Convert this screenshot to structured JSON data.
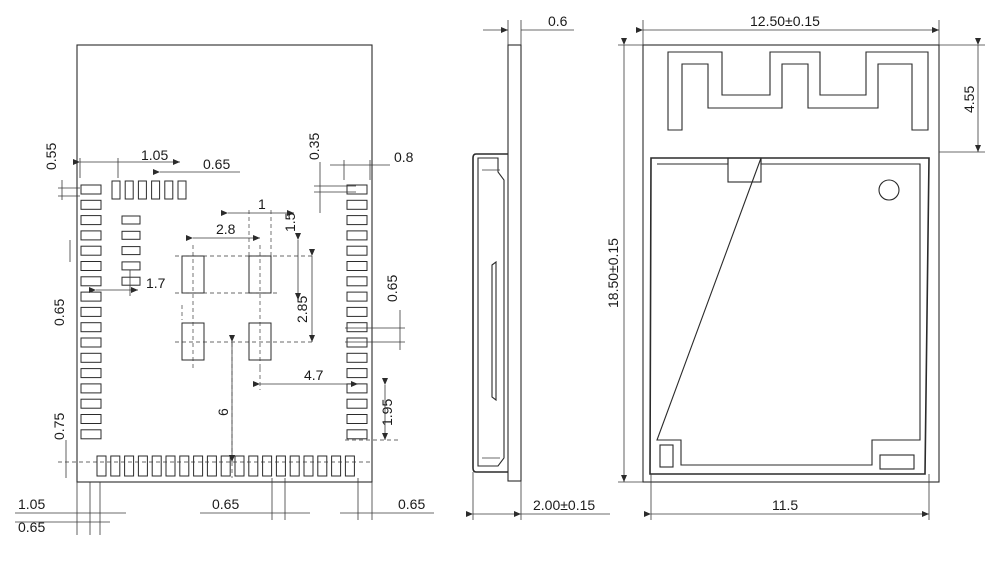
{
  "top_view": {
    "dims": {
      "left_pad_pitch": "0.55",
      "pad_pitch_top": "1.05",
      "pad_width_top": "0.65",
      "right_pad_width": "0.35",
      "right_pad_offset": "0.8",
      "center_pad_gap": "1",
      "center_pad_spacing_x": "2.8",
      "center_pad_size": "1.5",
      "left_offset": "1.7",
      "left_pitch_side": "0.65",
      "right_pitch": "0.65",
      "center_pad_spacing_y": "2.85",
      "center_to_right": "4.7",
      "center_to_bottom": "6",
      "right_bottom": "1.95",
      "left_bottom": "0.75",
      "bottom_left_a": "1.05",
      "bottom_left_b": "0.65",
      "bottom_pitch": "0.65",
      "bottom_right": "0.65"
    }
  },
  "side_view": {
    "dims": {
      "shield_thickness": "0.6",
      "total_thickness": "2.00±0.15"
    }
  },
  "bottom_view": {
    "dims": {
      "width": "12.50±0.15",
      "antenna_height": "4.55",
      "height": "18.50±0.15",
      "shield_width": "11.5"
    }
  }
}
